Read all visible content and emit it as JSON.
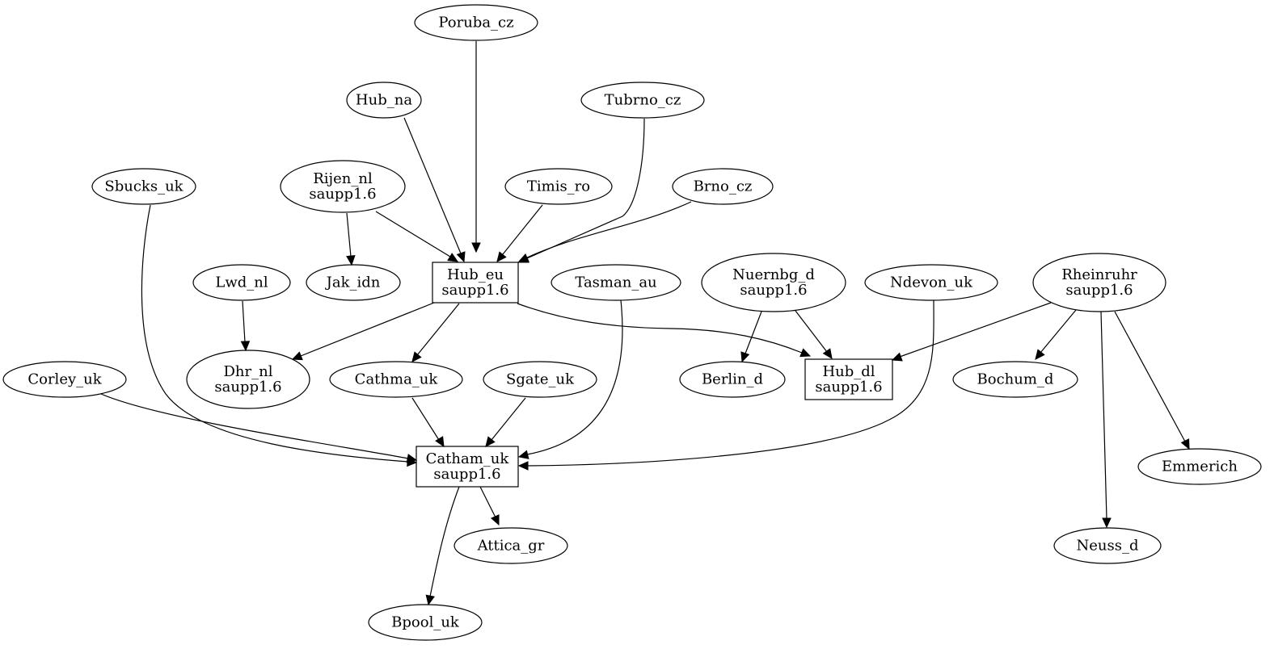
{
  "graph": {
    "nodes": [
      {
        "id": "poruba_cz",
        "lines": [
          "Poruba_cz"
        ],
        "shape": "ellipse"
      },
      {
        "id": "hub_na",
        "lines": [
          "Hub_na"
        ],
        "shape": "ellipse"
      },
      {
        "id": "tubrno_cz",
        "lines": [
          "Tubrno_cz"
        ],
        "shape": "ellipse"
      },
      {
        "id": "sbucks_uk",
        "lines": [
          "Sbucks_uk"
        ],
        "shape": "ellipse"
      },
      {
        "id": "rijen_nl",
        "lines": [
          "Rijen_nl",
          "saupp1.6"
        ],
        "shape": "ellipse"
      },
      {
        "id": "timis_ro",
        "lines": [
          "Timis_ro"
        ],
        "shape": "ellipse"
      },
      {
        "id": "brno_cz",
        "lines": [
          "Brno_cz"
        ],
        "shape": "ellipse"
      },
      {
        "id": "lwd_nl",
        "lines": [
          "Lwd_nl"
        ],
        "shape": "ellipse"
      },
      {
        "id": "jak_idn",
        "lines": [
          "Jak_idn"
        ],
        "shape": "ellipse"
      },
      {
        "id": "hub_eu",
        "lines": [
          "Hub_eu",
          "saupp1.6"
        ],
        "shape": "box"
      },
      {
        "id": "tasman_au",
        "lines": [
          "Tasman_au"
        ],
        "shape": "ellipse"
      },
      {
        "id": "nuernbg_d",
        "lines": [
          "Nuernbg_d",
          "saupp1.6"
        ],
        "shape": "ellipse"
      },
      {
        "id": "ndevon_uk",
        "lines": [
          "Ndevon_uk"
        ],
        "shape": "ellipse"
      },
      {
        "id": "rheinruhr",
        "lines": [
          "Rheinruhr",
          "saupp1.6"
        ],
        "shape": "ellipse"
      },
      {
        "id": "corley_uk",
        "lines": [
          "Corley_uk"
        ],
        "shape": "ellipse"
      },
      {
        "id": "dhr_nl",
        "lines": [
          "Dhr_nl",
          "saupp1.6"
        ],
        "shape": "ellipse"
      },
      {
        "id": "cathma_uk",
        "lines": [
          "Cathma_uk"
        ],
        "shape": "ellipse"
      },
      {
        "id": "sgate_uk",
        "lines": [
          "Sgate_uk"
        ],
        "shape": "ellipse"
      },
      {
        "id": "berlin_d",
        "lines": [
          "Berlin_d"
        ],
        "shape": "ellipse"
      },
      {
        "id": "hub_dl",
        "lines": [
          "Hub_dl",
          "saupp1.6"
        ],
        "shape": "box"
      },
      {
        "id": "bochum_d",
        "lines": [
          "Bochum_d"
        ],
        "shape": "ellipse"
      },
      {
        "id": "catham_uk",
        "lines": [
          "Catham_uk",
          "saupp1.6"
        ],
        "shape": "box"
      },
      {
        "id": "emmerich",
        "lines": [
          "Emmerich"
        ],
        "shape": "ellipse"
      },
      {
        "id": "attica_gr",
        "lines": [
          "Attica_gr"
        ],
        "shape": "ellipse"
      },
      {
        "id": "neuss_d",
        "lines": [
          "Neuss_d"
        ],
        "shape": "ellipse"
      },
      {
        "id": "bpool_uk",
        "lines": [
          "Bpool_uk"
        ],
        "shape": "ellipse"
      }
    ],
    "edges": [
      {
        "from": "poruba_cz",
        "to": "hub_eu"
      },
      {
        "from": "hub_na",
        "to": "hub_eu"
      },
      {
        "from": "tubrno_cz",
        "to": "hub_eu"
      },
      {
        "from": "rijen_nl",
        "to": "hub_eu"
      },
      {
        "from": "rijen_nl",
        "to": "jak_idn"
      },
      {
        "from": "timis_ro",
        "to": "hub_eu"
      },
      {
        "from": "brno_cz",
        "to": "hub_eu"
      },
      {
        "from": "lwd_nl",
        "to": "dhr_nl"
      },
      {
        "from": "hub_eu",
        "to": "dhr_nl"
      },
      {
        "from": "hub_eu",
        "to": "cathma_uk"
      },
      {
        "from": "hub_eu",
        "to": "hub_dl"
      },
      {
        "from": "sbucks_uk",
        "to": "catham_uk"
      },
      {
        "from": "corley_uk",
        "to": "catham_uk"
      },
      {
        "from": "cathma_uk",
        "to": "catham_uk"
      },
      {
        "from": "sgate_uk",
        "to": "catham_uk"
      },
      {
        "from": "tasman_au",
        "to": "catham_uk"
      },
      {
        "from": "ndevon_uk",
        "to": "catham_uk"
      },
      {
        "from": "nuernbg_d",
        "to": "berlin_d"
      },
      {
        "from": "nuernbg_d",
        "to": "hub_dl"
      },
      {
        "from": "rheinruhr",
        "to": "hub_dl"
      },
      {
        "from": "rheinruhr",
        "to": "bochum_d"
      },
      {
        "from": "rheinruhr",
        "to": "neuss_d"
      },
      {
        "from": "rheinruhr",
        "to": "emmerich"
      },
      {
        "from": "catham_uk",
        "to": "attica_gr"
      },
      {
        "from": "catham_uk",
        "to": "bpool_uk"
      }
    ]
  }
}
